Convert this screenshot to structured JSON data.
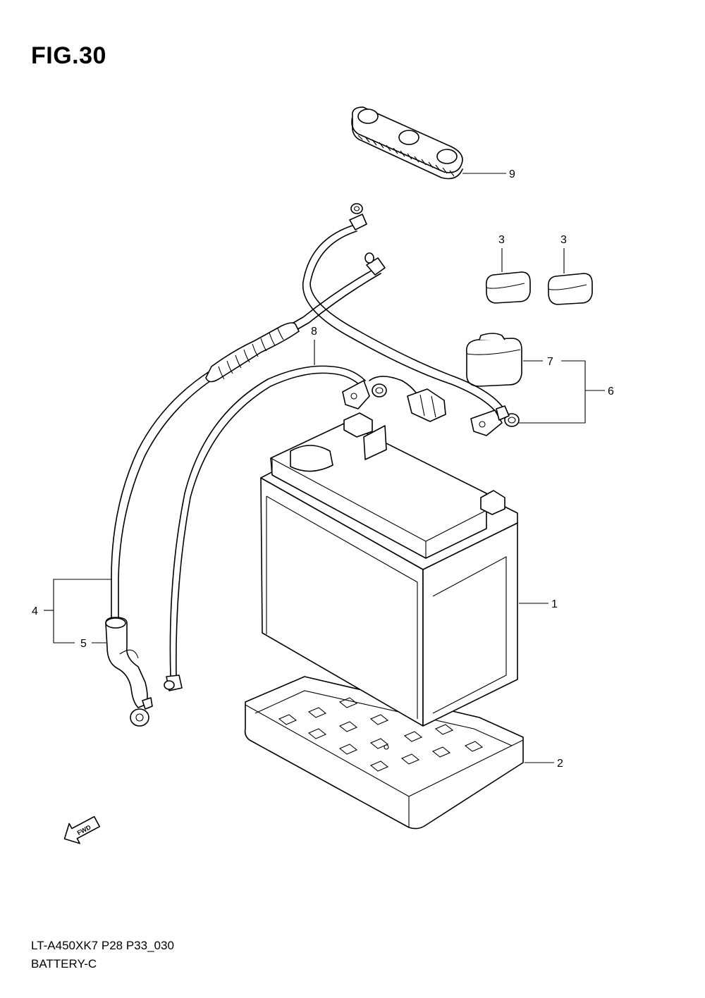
{
  "figure": {
    "title": "FIG.30"
  },
  "footer": {
    "model_code": "LT-A450XK7 P28 P33_030",
    "group_name": "BATTERY-C"
  },
  "direction_marker": {
    "label": "FWD",
    "icon": "fwd-arrow-icon"
  },
  "callouts": {
    "c1": "1",
    "c2": "2",
    "c3a": "3",
    "c3b": "3",
    "c4": "4",
    "c5": "5",
    "c6": "6",
    "c7": "7",
    "c8": "8",
    "c9": "9"
  }
}
